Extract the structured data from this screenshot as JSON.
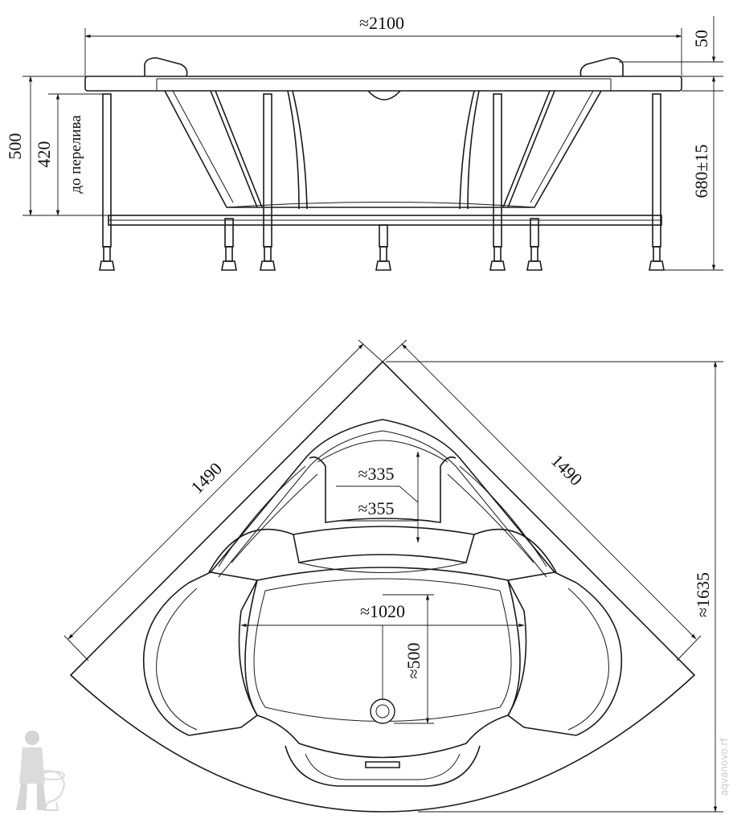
{
  "side_view": {
    "overall_length": "≈2100",
    "rim_thickness": "50",
    "height_total": "500",
    "height_overflow": "420",
    "overflow_note": "до перелива",
    "leg_height": "680±15"
  },
  "top_view": {
    "side_a": "1490",
    "side_b": "1490",
    "diagonal": "≈1635",
    "seat_inner": "≈335",
    "seat_outer": "≈355",
    "bowl_width": "≈1020",
    "bowl_depth": "≈500"
  },
  "watermark": {
    "text": "aqvanovo.rf",
    "mascot_icon": "plumber-mascot-icon"
  }
}
